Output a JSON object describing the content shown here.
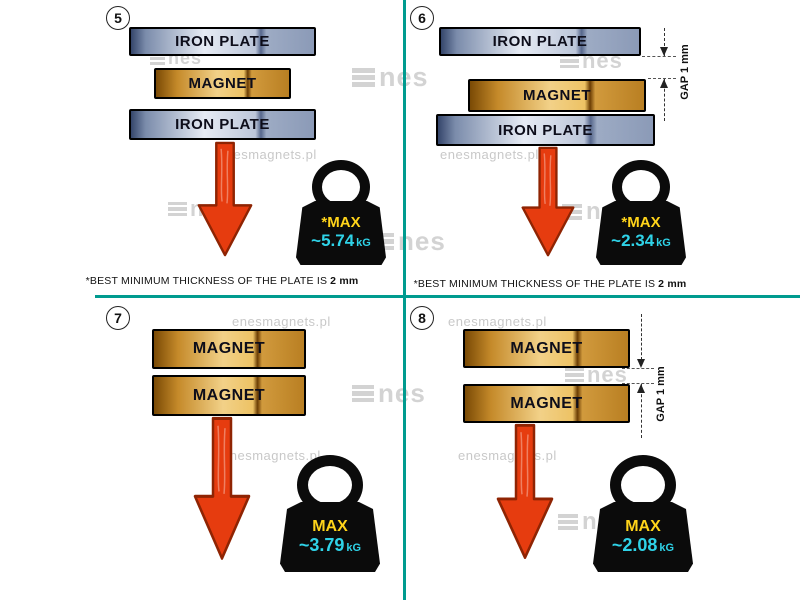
{
  "watermark": {
    "text": "enesmagnets.pl",
    "logo": "nes"
  },
  "panels": [
    {
      "number": "5",
      "layers": {
        "top": "IRON PLATE",
        "mid": "MAGNET",
        "bottom": "IRON PLATE"
      },
      "weight": {
        "label": "*MAX",
        "value": "~5.74",
        "unit": "kG"
      },
      "footnote": {
        "text": "*BEST MINIMUM THICKNESS OF THE PLATE IS",
        "bold": "2 mm"
      }
    },
    {
      "number": "6",
      "layers": {
        "top": "IRON PLATE",
        "mid": "MAGNET",
        "bottom": "IRON PLATE"
      },
      "gap_label": "GAP 1 mm",
      "weight": {
        "label": "*MAX",
        "value": "~2.34",
        "unit": "kG"
      },
      "footnote": {
        "text": "*BEST MINIMUM THICKNESS OF THE PLATE IS",
        "bold": "2 mm"
      }
    },
    {
      "number": "7",
      "layers": {
        "top": "MAGNET",
        "bottom": "MAGNET"
      },
      "weight": {
        "label": "MAX",
        "value": "~3.79",
        "unit": "kG"
      }
    },
    {
      "number": "8",
      "layers": {
        "top": "MAGNET",
        "bottom": "MAGNET"
      },
      "gap_label": "GAP 1 mm",
      "weight": {
        "label": "MAX",
        "value": "~2.08",
        "unit": "kG"
      }
    }
  ]
}
